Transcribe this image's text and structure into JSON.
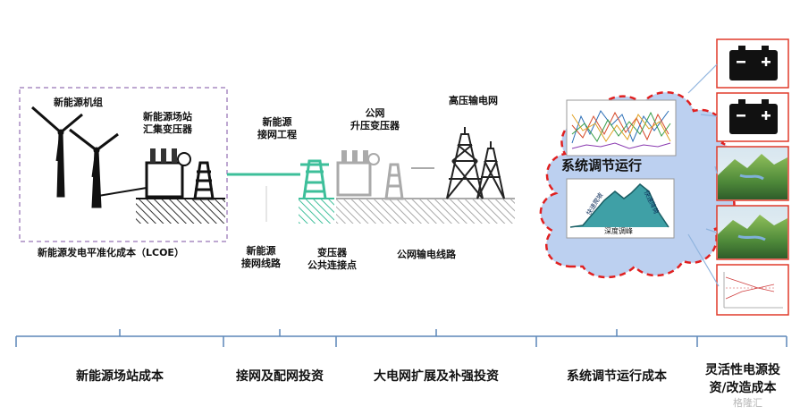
{
  "labels": {
    "unit": "新能源机组",
    "station_l1": "新能源场站",
    "station_l2": "汇集变压器",
    "lcoe": "新能源发电平准化成本（LCOE）",
    "access_eng_l1": "新能源",
    "access_eng_l2": "接网工程",
    "public_l1": "公网",
    "public_l2": "升压变压器",
    "hv_grid": "高压输电网",
    "access_line_l1": "新能源",
    "access_line_l2": "接网线路",
    "transformer_l1": "变压器",
    "transformer_l2": "公共连接点",
    "public_line": "公网输电线路",
    "sys_reg": "系统调节运行",
    "depth_reg": "深度调峰",
    "fast_up": "快速爬坡",
    "fast_down": "快速降荷"
  },
  "categories": [
    {
      "label": "新能源场站成本"
    },
    {
      "label": "接网及配网投资"
    },
    {
      "label": "大电网扩展及补强投资"
    },
    {
      "label": "系统调节运行成本"
    },
    {
      "label_l1": "灵活性电源投",
      "label_l2": "资/改造成本"
    }
  ],
  "watermark": "格隆汇",
  "colors": {
    "dashed_purple": "#a98bc2",
    "teal": "#3dbf9a",
    "gray": "#9a9a9a",
    "cloud_fill": "#bcd0f0",
    "cloud_border": "#e02020",
    "brace": "#5b86b8",
    "frame_red": "#e03a2a",
    "battery": "#111111",
    "connector": "#8fb4de"
  }
}
